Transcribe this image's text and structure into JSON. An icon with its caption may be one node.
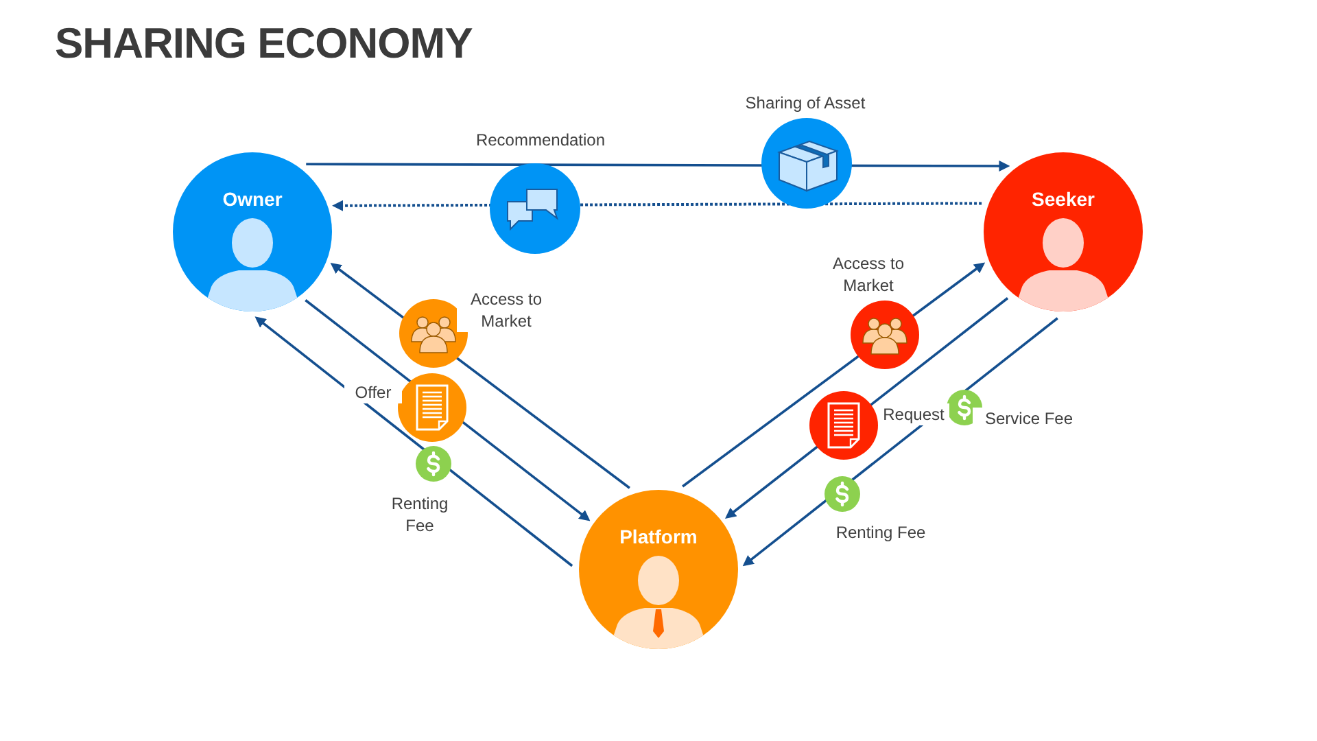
{
  "diagram": {
    "title": "SHARING ECONOMY",
    "nodes": [
      {
        "text": [
          "Owner"
        ]
      },
      {
        "text": [
          "Seeker"
        ]
      },
      {
        "text": [
          "Platform"
        ]
      }
    ],
    "edges": [
      {
        "from": 0,
        "to": 1,
        "arrow": "to",
        "label": "Recommendation"
      },
      {
        "from": 1,
        "to": 0,
        "arrow": "to",
        "style": "dashed"
      },
      {
        "from": 2,
        "to": 0,
        "arrow": "to",
        "label": "Access to Market"
      },
      {
        "from": 0,
        "to": 2,
        "arrow": "to",
        "label": "Offer"
      },
      {
        "from": 2,
        "to": 0,
        "arrow": "to",
        "label": "Renting Fee"
      },
      {
        "from": 2,
        "to": 1,
        "arrow": "to",
        "label": "Access to Market"
      },
      {
        "from": 1,
        "to": 2,
        "arrow": "to",
        "label": "Request"
      },
      {
        "from": 1,
        "to": 2,
        "arrow": "to",
        "label": "Renting Fee"
      }
    ],
    "labels": [
      "Sharing of Asset",
      "Service Fee"
    ]
  }
}
